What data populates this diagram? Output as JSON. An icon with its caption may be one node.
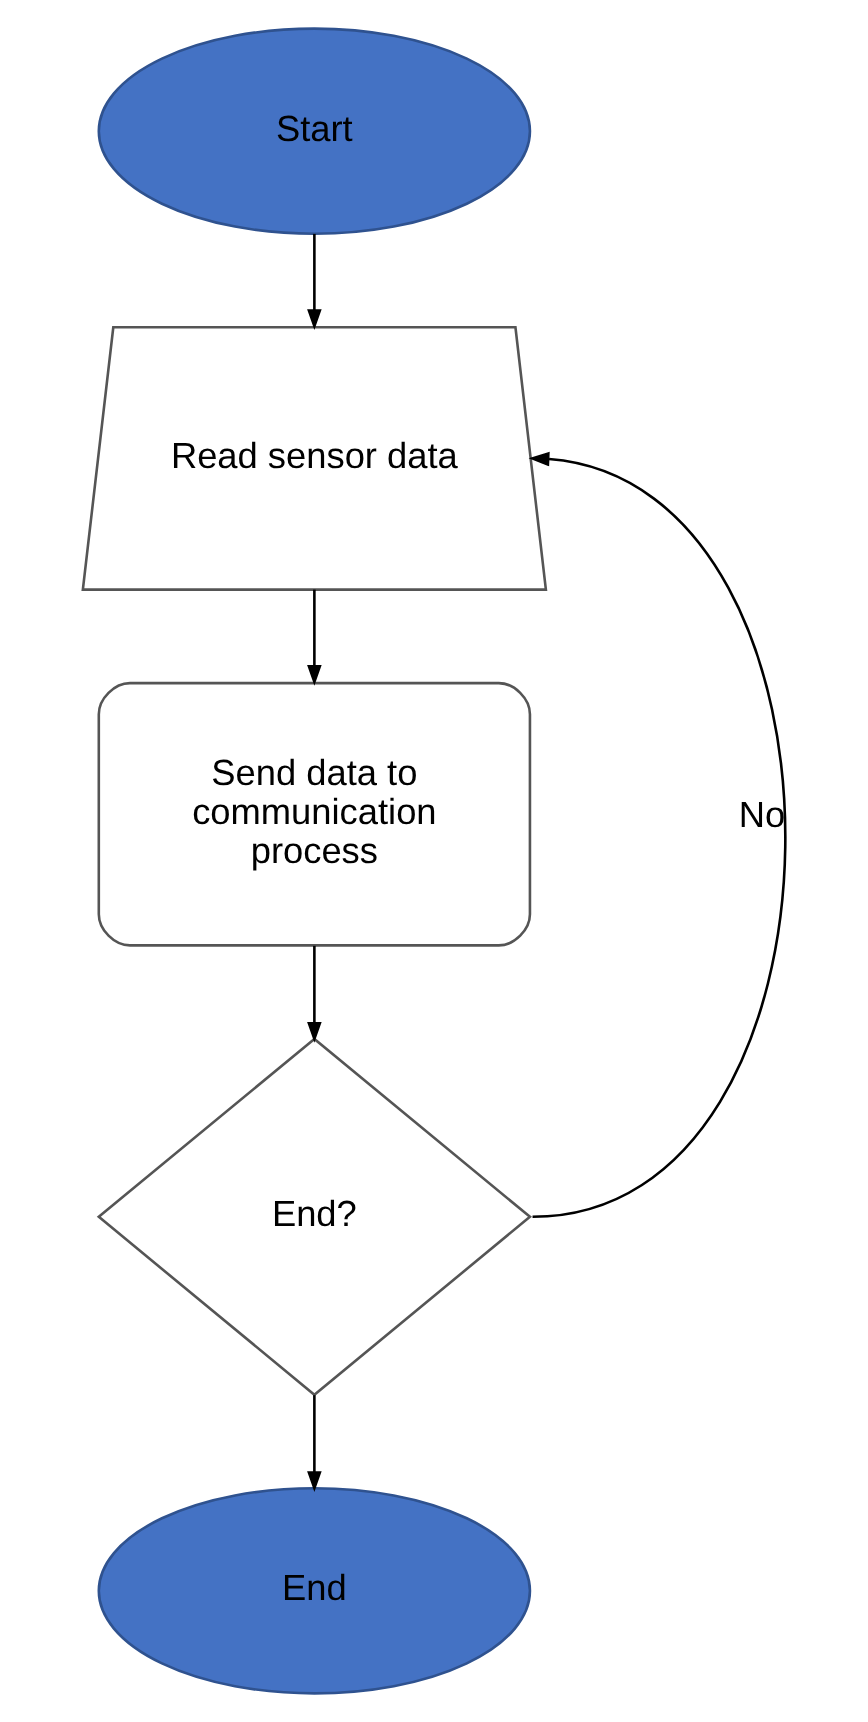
{
  "diagram": {
    "nodes": [
      {
        "text": [
          "Start"
        ]
      },
      {
        "text": [
          "Read sensor data"
        ]
      },
      {
        "text": [
          "Send data to communication process"
        ]
      },
      {
        "text": [
          "End?"
        ]
      },
      {
        "text": [
          "End"
        ]
      }
    ],
    "edges": [
      {
        "from": 0,
        "to": 1,
        "arrow": "to"
      },
      {
        "from": 1,
        "to": 2,
        "arrow": "to"
      },
      {
        "from": 2,
        "to": 3,
        "arrow": "to"
      },
      {
        "from": 3,
        "to": 4,
        "arrow": "to"
      },
      {
        "from": 3,
        "to": 1,
        "arrow": "to",
        "label": "No"
      }
    ]
  }
}
